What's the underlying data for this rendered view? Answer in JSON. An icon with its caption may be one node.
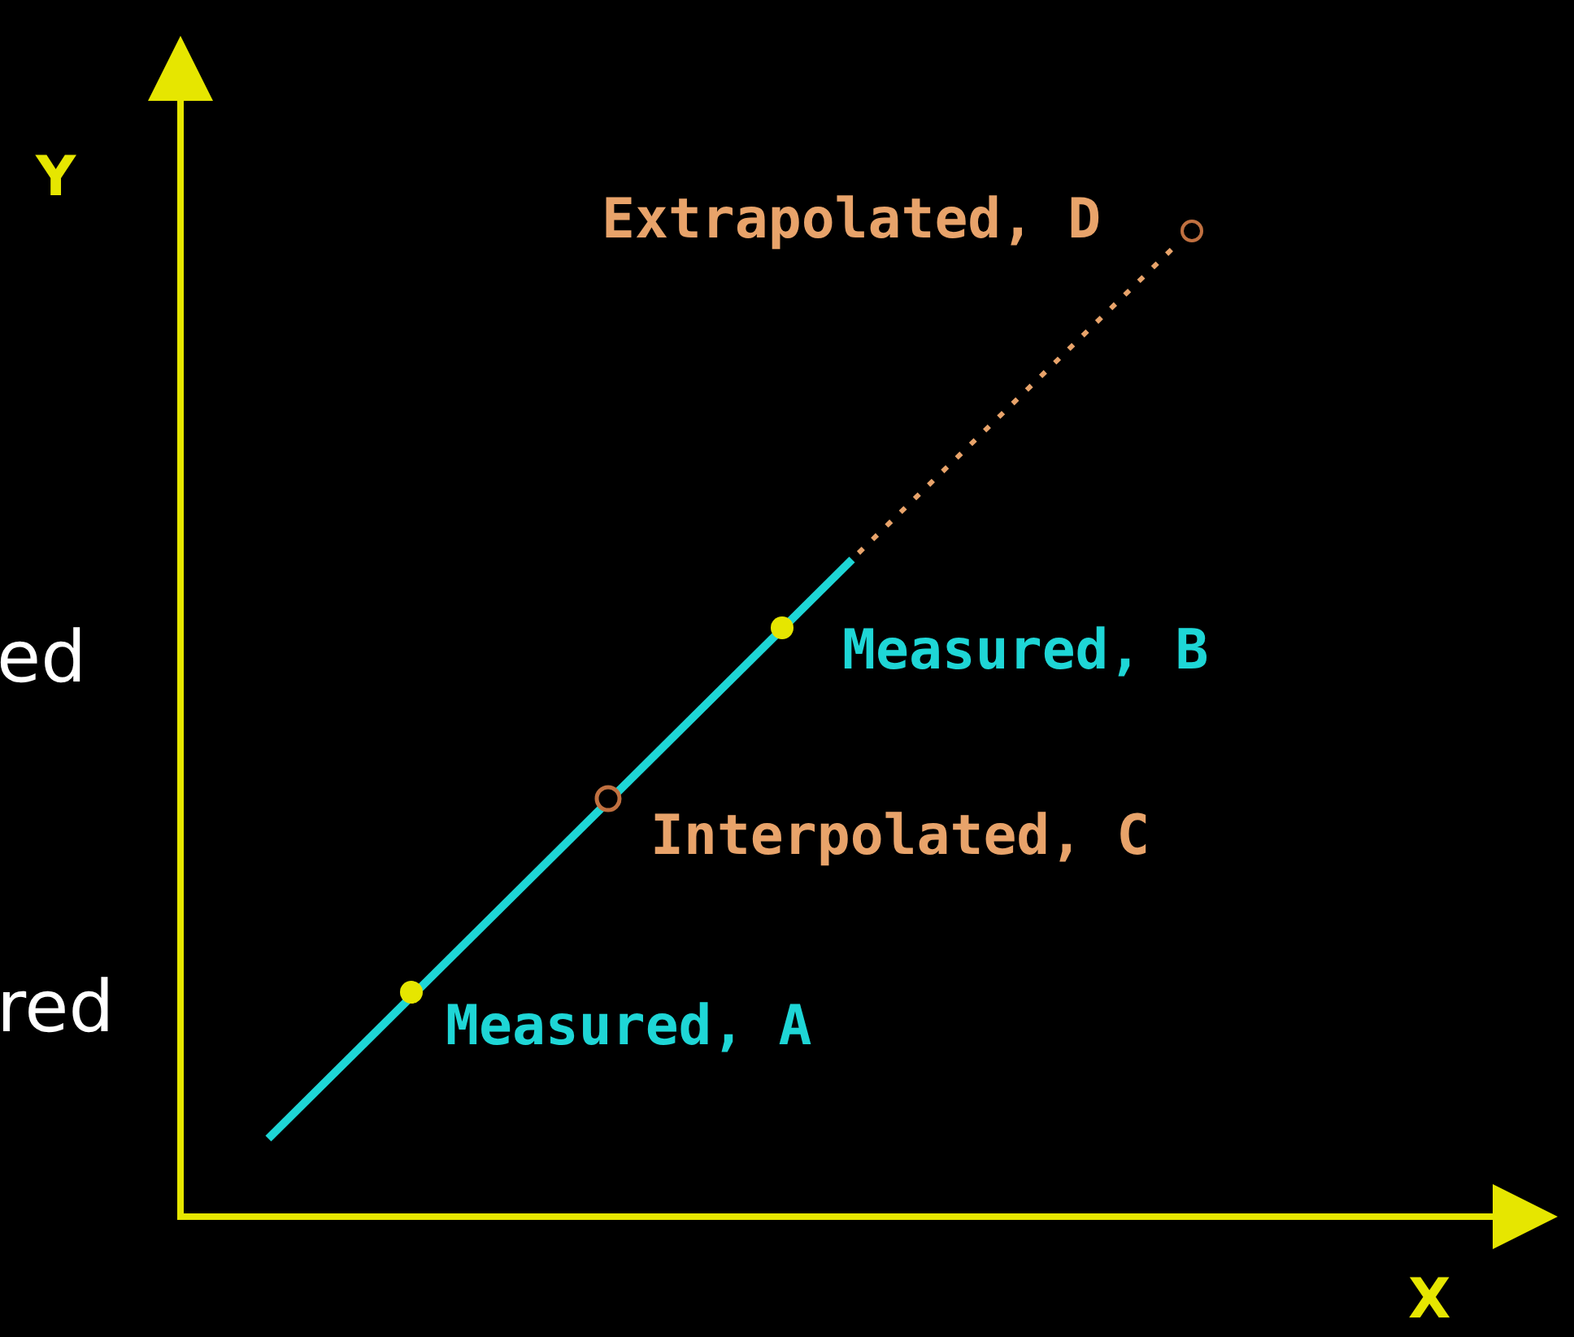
{
  "diagram": {
    "labels": [
      "Y",
      "Extrapolated, D",
      "ed",
      "Measured, B",
      "Interpolated, C",
      "red",
      "Measured, A",
      "X"
    ]
  }
}
